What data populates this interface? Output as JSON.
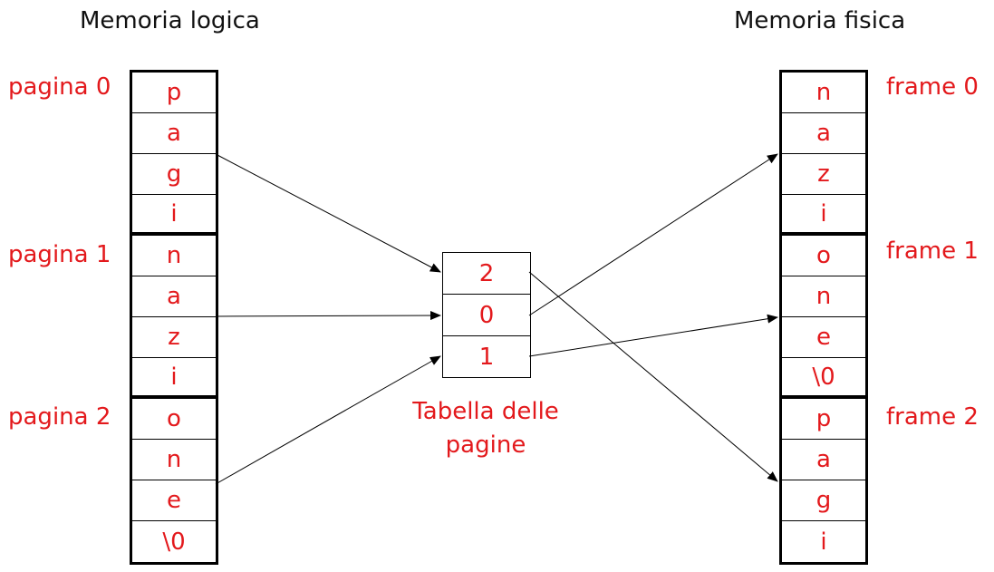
{
  "titles": {
    "logical": "Memoria logica",
    "physical": "Memoria fisica"
  },
  "logical_memory": {
    "page_labels": [
      "pagina 0",
      "pagina 1",
      "pagina 2"
    ],
    "cells": [
      "p",
      "a",
      "g",
      "i",
      "n",
      "a",
      "z",
      "i",
      "o",
      "n",
      "e",
      "\\0"
    ]
  },
  "page_table": {
    "caption_line1": "Tabella delle",
    "caption_line2": "pagine",
    "entries": [
      "2",
      "0",
      "1"
    ]
  },
  "physical_memory": {
    "frame_labels": [
      "frame 0",
      "frame 1",
      "frame 2"
    ],
    "cells": [
      "n",
      "a",
      "z",
      "i",
      "o",
      "n",
      "e",
      "\\0",
      "p",
      "a",
      "g",
      "i"
    ]
  }
}
